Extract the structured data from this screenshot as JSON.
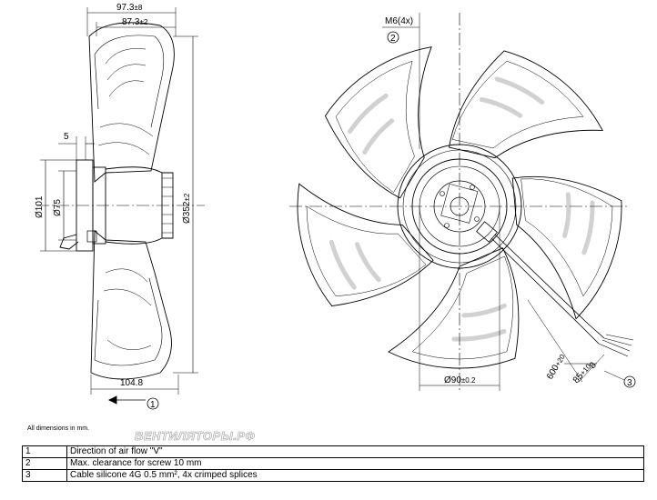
{
  "side_view": {
    "dim_overall_depth": "97.3",
    "dim_overall_depth_tol": "±8",
    "dim_hub_depth": "87.3",
    "dim_hub_depth_tol": "±2",
    "dim_flange": "5",
    "dim_dia_101": "Ø101",
    "dim_dia_75": "Ø75",
    "dim_dia_352": "Ø352",
    "dim_dia_352_tol": "±2",
    "dim_blade_depth": "104.8",
    "callout_1": "1"
  },
  "front_view": {
    "screw_label": "M6(4x)",
    "callout_2": "2",
    "hub_dia": "Ø90",
    "hub_dia_tol": "±0.2",
    "cable_length": "600",
    "cable_length_tol": "+20",
    "strip_length": "85",
    "strip_length_tol": "+10",
    "splice_length": "8",
    "callout_3": "3"
  },
  "note": "All dimensions in mm.",
  "watermark": "ВЕНТИЛЯТОРЫ.РФ",
  "legend": [
    {
      "num": "1",
      "text": "Direction of air flow \"V\""
    },
    {
      "num": "2",
      "text": "Max. clearance for screw 10 mm"
    },
    {
      "num": "3",
      "text": "Cable silicone 4G 0.5 mm², 4x crimped splices"
    }
  ]
}
